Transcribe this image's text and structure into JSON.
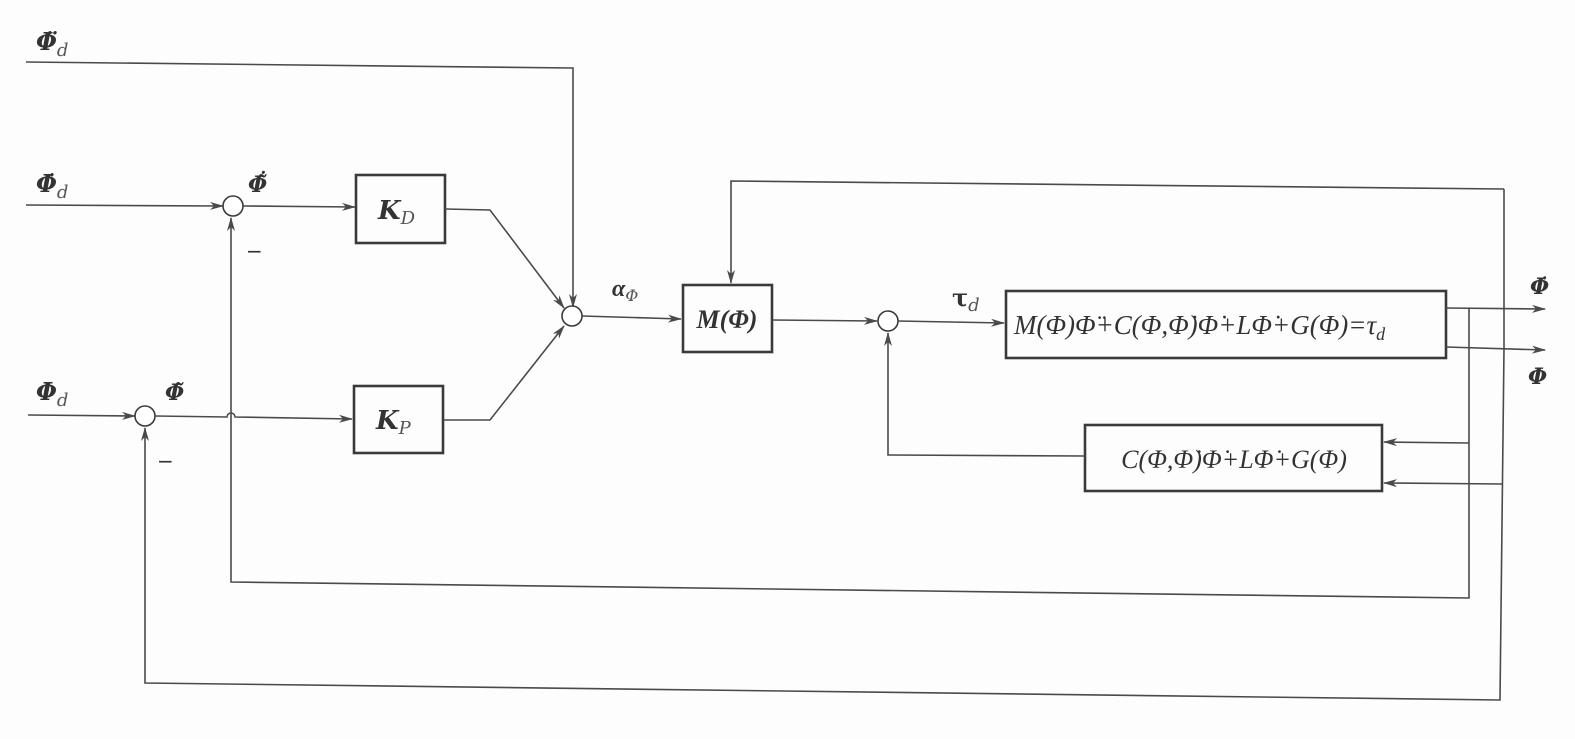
{
  "inputs": {
    "phi_dd_d": {
      "symbol": "Φ̈",
      "sub": "d"
    },
    "phi_d_d": {
      "symbol": "Φ̇",
      "sub": "d"
    },
    "phi_d": {
      "symbol": "Φ",
      "sub": "d"
    }
  },
  "errors": {
    "velocity_error": "Φ̃̇",
    "position_error": "Φ̃",
    "minus_sign": "−"
  },
  "blocks": {
    "kd": {
      "main": "K",
      "sub": "D"
    },
    "kp": {
      "main": "K",
      "sub": "P"
    },
    "mass": "M(Φ)",
    "plant": {
      "text": "M(Φ)Φ̈+C(Φ,Φ̇)Φ̇+LΦ̇+G(Φ)=τ",
      "sub": "d"
    },
    "nonlinear": "C(Φ,Φ̇)Φ̇+LΦ̇+G(Φ)"
  },
  "signals": {
    "alpha": {
      "main": "α",
      "sub": "Φ"
    },
    "tau": {
      "main": "τ",
      "sub": "d"
    }
  },
  "outputs": {
    "velocity": "Φ̇",
    "position": "Φ"
  },
  "colors": {
    "line": "#4a4a4a",
    "text": "#333333"
  }
}
